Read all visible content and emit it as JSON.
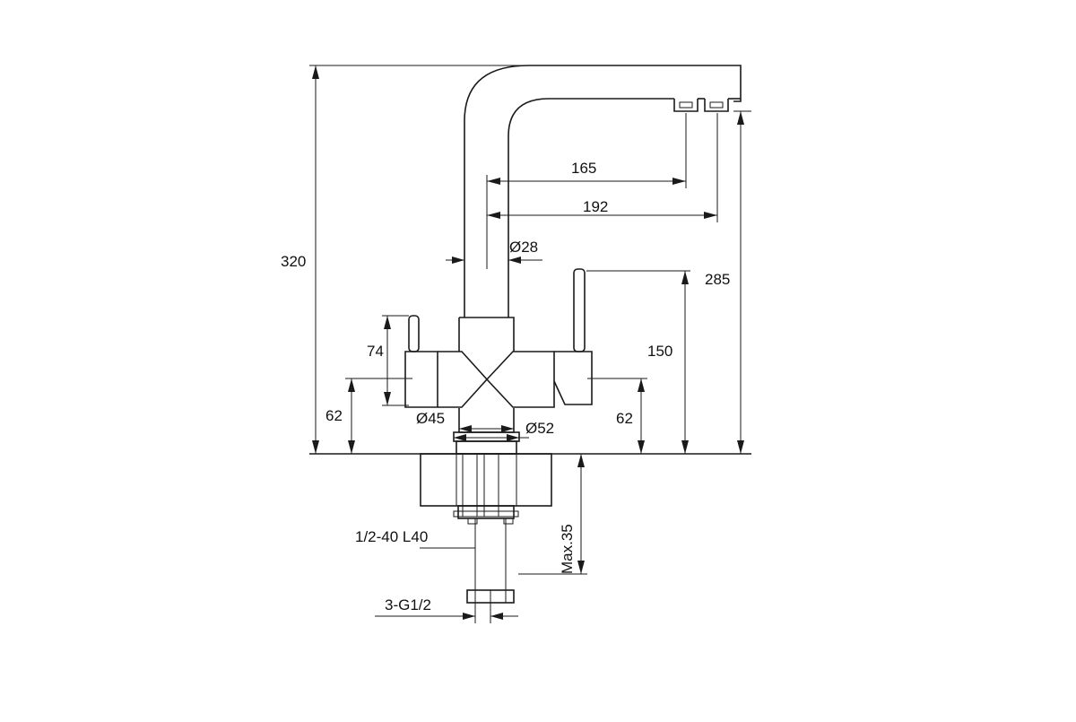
{
  "dimensions": {
    "total_height": "320",
    "spout_outlet_height": "285",
    "reach_165": "165",
    "reach_192": "192",
    "spout_diameter": "Ø28",
    "right_handle_height": "150",
    "left_handle_length": "74",
    "left_body_height": "62",
    "right_body_height": "62",
    "body_diameter_45": "Ø45",
    "base_diameter_52": "Ø52",
    "hose_spec": "1/2-40 L40",
    "connection": "3-G1/2",
    "max_thickness": "Max.35"
  },
  "colors": {
    "line": "#1a1a1a",
    "background": "#ffffff"
  }
}
